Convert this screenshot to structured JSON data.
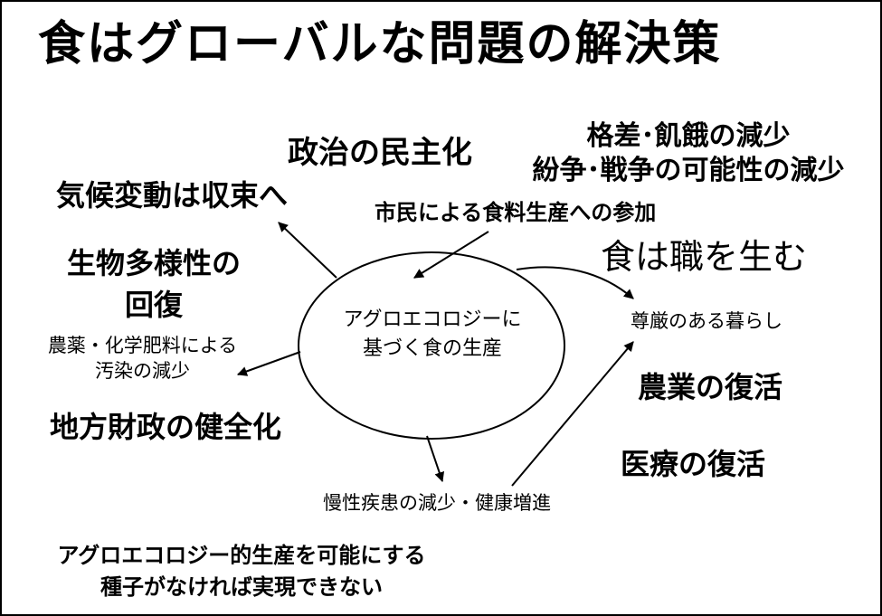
{
  "title": "食はグローバルな問題の解決策",
  "center": {
    "line1": "アグロエコロジーに",
    "line2": "基づく食の生産"
  },
  "left": {
    "politics": "政治の民主化",
    "climate": "気候変動は収束へ",
    "biodiversity_line1": "生物多様性の",
    "biodiversity_line2": "回復",
    "pollution_line1": "農薬・化学肥料による",
    "pollution_line2": "汚染の減少",
    "finance": "地方財政の健全化"
  },
  "right": {
    "inequality_line1": "格差･飢餓の減少",
    "inequality_line2": "紛争･戦争の可能性の減少",
    "jobs": "食は職を生む",
    "dignity": "尊厳のある暮らし",
    "agriculture": "農業の復活",
    "medical": "医療の復活"
  },
  "top": {
    "participation": "市民による食料生産への参加"
  },
  "bottom": {
    "health": "慢性疾患の減少・健康増進",
    "note_line1": "アグロエコロジー的生産を可能にする",
    "note_line2": "種子がなければ実現できない"
  }
}
